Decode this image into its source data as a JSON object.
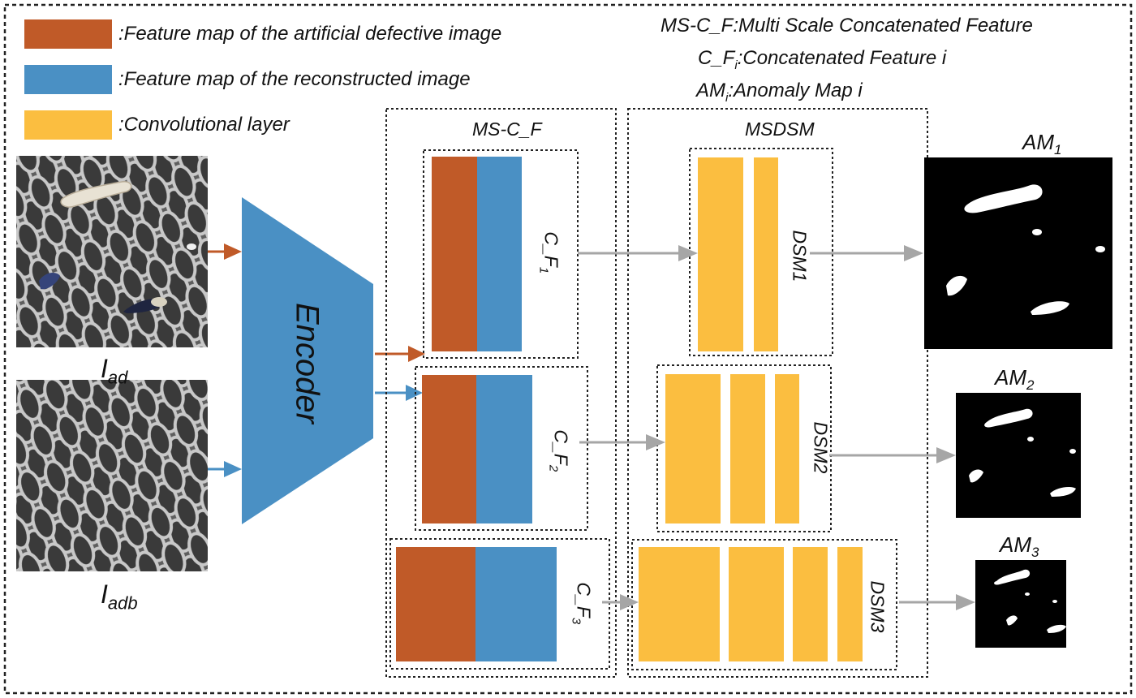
{
  "legend": {
    "items": [
      {
        "text": ":Feature map of the artificial defective image",
        "color": "#C05A28"
      },
      {
        "text": ":Feature map of the reconstructed image",
        "color": "#4A90C4"
      },
      {
        "text": ":Convolutional layer",
        "color": "#FBBE40"
      }
    ]
  },
  "definitions": {
    "line1": "MS-C_F:Multi Scale Concatenated Feature",
    "line2_prefix": "C_F",
    "line2_sub": "i",
    "line2_suffix": ":Concatenated Feature i",
    "line3_prefix": "AM",
    "line3_sub": "i",
    "line3_suffix": ":Anomaly Map i"
  },
  "inputs": {
    "top": {
      "base": "I",
      "sub": "ad"
    },
    "bottom": {
      "base": "I",
      "sub": "adb"
    }
  },
  "encoder": {
    "label": "Encoder"
  },
  "mscf": {
    "title": "MS-C_F",
    "labels": [
      {
        "base": "C_F",
        "sub": "1"
      },
      {
        "base": "C_F",
        "sub": "2"
      },
      {
        "base": "C_F",
        "sub": "3"
      }
    ]
  },
  "msdsm": {
    "title": "MSDSM",
    "labels": [
      "DSM1",
      "DSM2",
      "DSM3"
    ]
  },
  "anomaly_maps": [
    {
      "base": "AM",
      "sub": "1"
    },
    {
      "base": "AM",
      "sub": "2"
    },
    {
      "base": "AM",
      "sub": "3"
    }
  ],
  "colors": {
    "defective": "#C05A28",
    "reconstructed": "#4A90C4",
    "conv": "#FBBE40",
    "arrow_gray": "#A6A6A6",
    "encoder": "#4A90C4"
  }
}
